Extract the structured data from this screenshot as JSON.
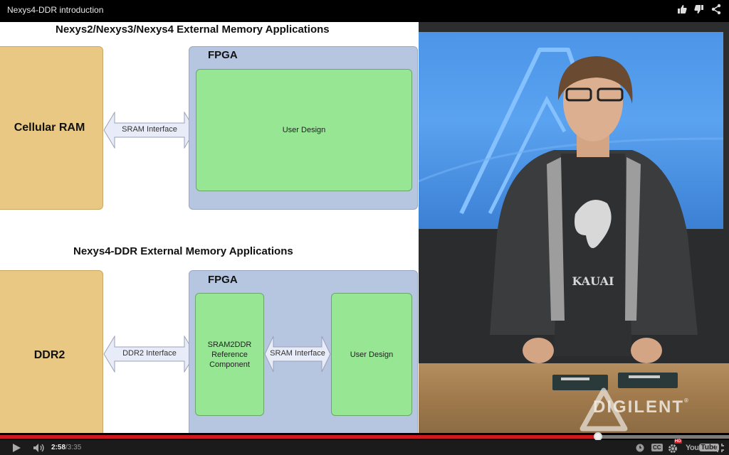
{
  "window": {
    "title": "Nexys4-DDR introduction"
  },
  "header_actions": [
    {
      "name": "like",
      "icon": "thumbs-up-icon"
    },
    {
      "name": "dislike",
      "icon": "thumbs-down-icon"
    },
    {
      "name": "share",
      "icon": "share-icon"
    }
  ],
  "slide": {
    "top": {
      "heading": "Nexys2/Nexys3/Nexys4 External Memory Applications",
      "memory": "Cellular RAM",
      "interface": "SRAM Interface",
      "fpga_label": "FPGA",
      "user_design": "User Design"
    },
    "bottom": {
      "heading": "Nexys4-DDR External Memory Applications",
      "memory": "DDR2",
      "interface_left": "DDR2 Interface",
      "fpga_label": "FPGA",
      "component_line1": "SRAM2DDR",
      "component_line2": "Reference",
      "component_line3": "Component",
      "interface_right": "SRAM Interface",
      "user_design": "User Design"
    },
    "colors": {
      "memory": "#e8c882",
      "fpga": "#b7c6e0",
      "logic": "#96e694",
      "arrow": "#e8ecf8"
    }
  },
  "camera": {
    "shirt_text": "KAUAI",
    "brand": "DIGILENT",
    "brand_mark": "®"
  },
  "player": {
    "current_time": "2:58",
    "separator": " / ",
    "duration": "3:35",
    "progress_percent": 82.8,
    "hd_badge": "HD",
    "youtube_label_you": "You",
    "youtube_label_tube": "Tube",
    "cc_label": "CC",
    "colors": {
      "played": "#cc181e",
      "track": "#7a7a7a",
      "bar_bg": "#1b1b1b"
    }
  }
}
